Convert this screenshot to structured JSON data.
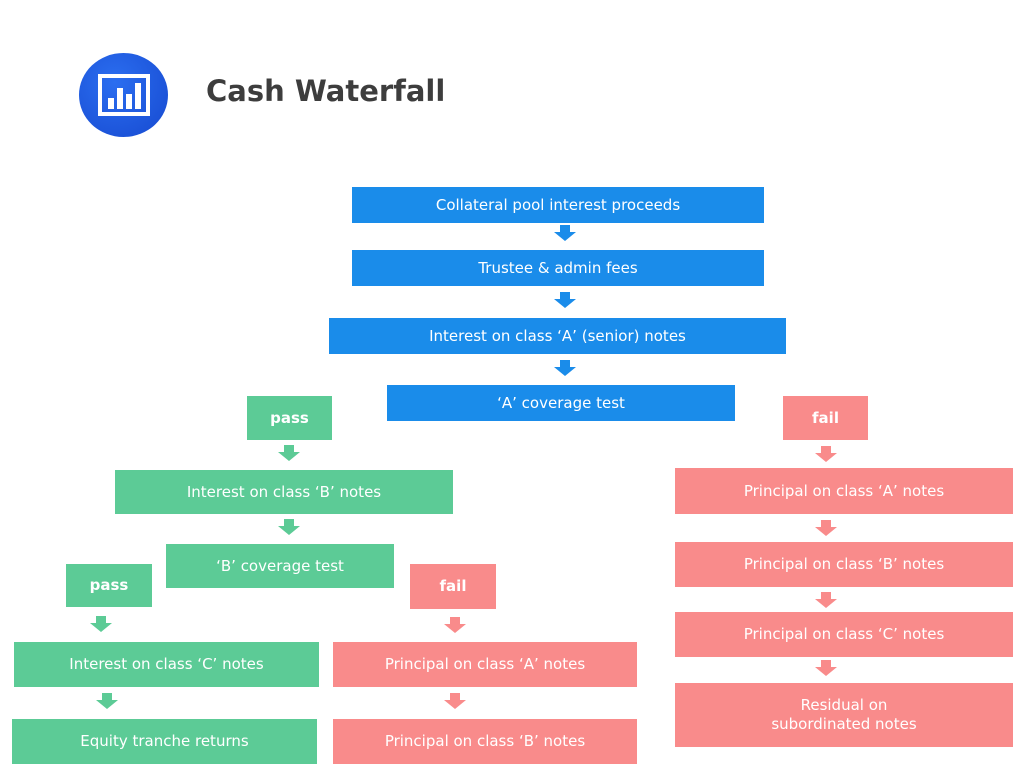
{
  "title": "Cash Waterfall",
  "colors": {
    "blue": "#1a8cea",
    "green": "#5ccb96",
    "red": "#f98b8b"
  },
  "logo_icon": "bar-chart-icon",
  "steps": {
    "collateral": "Collateral pool interest proceeds",
    "trustee": "Trustee & admin fees",
    "interest_a": "Interest on class ‘A’ (senior) notes",
    "test_a": "‘A’ coverage test",
    "pass_a": "pass",
    "fail_a": "fail",
    "interest_b": "Interest on class ‘B’ notes",
    "test_b": "‘B’ coverage test",
    "pass_b": "pass",
    "fail_b": "fail",
    "interest_c": "Interest on class ‘C’ notes",
    "equity": "Equity tranche returns",
    "b_fail_principal_a": "Principal on class ‘A’ notes",
    "b_fail_principal_b": "Principal on class ‘B’ notes",
    "a_fail_principal_a": "Principal on class ‘A’ notes",
    "a_fail_principal_b": "Principal on class ‘B’ notes",
    "a_fail_principal_c": "Principal on class ‘C’ notes",
    "residual": "Residual on subordinated notes"
  }
}
